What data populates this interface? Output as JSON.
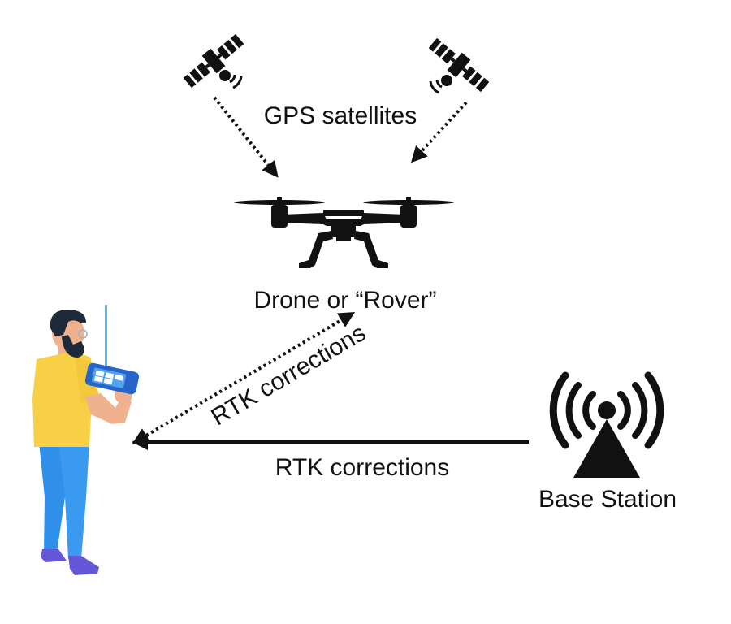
{
  "labels": {
    "satellites": "GPS satellites",
    "drone": "Drone or “Rover”",
    "rtk_diagonal": "RTK corrections",
    "rtk_horizontal": "RTK corrections",
    "base_station": "Base Station"
  },
  "icons": {
    "satellite_left": "satellite-icon",
    "satellite_right": "satellite-icon",
    "drone": "drone-icon",
    "operator": "person-with-controller",
    "base_station": "radio-tower-icon"
  },
  "colors": {
    "ink": "#111111",
    "shirt": "#f7d046",
    "pants": "#2f8fe9",
    "shoes": "#6457d8",
    "skin": "#f0b28e",
    "hair": "#1e2a3a",
    "antenna": "#53b9ee",
    "controller": "#2765c9",
    "background": "#ffffff"
  }
}
